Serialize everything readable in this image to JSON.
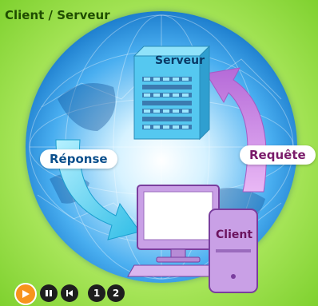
{
  "title": "Client / Serveur",
  "nodes": {
    "server": "Serveur",
    "client": "Client"
  },
  "arrows": {
    "response": "Réponse",
    "request": "Requête"
  },
  "controls": {
    "step_1": "1",
    "step_2": "2"
  },
  "colors": {
    "background": "#9de04a",
    "globe": "#2a8ede",
    "server": "#55c8f0",
    "client": "#c9a0e6",
    "response_arrow": "#5fd6f0",
    "request_arrow": "#d18be6",
    "play_button": "#f7941d"
  }
}
